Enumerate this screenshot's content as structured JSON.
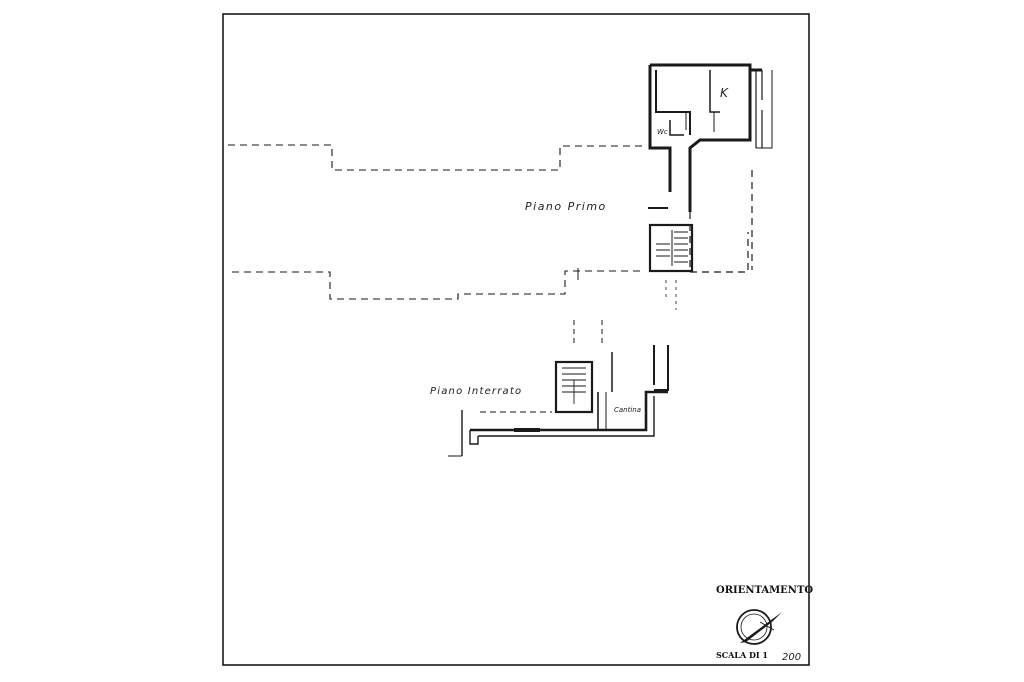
{
  "plan": {
    "first_floor_label": "Piano Primo",
    "basement_label": "Piano Interrato",
    "kitchen_label": "K",
    "wc_label": "Wc",
    "cellar_label": "Cantina"
  },
  "legend": {
    "orientation_label": "ORIENTAMENTO",
    "scale_label": "SCALA DI 1",
    "scale_value": "200"
  },
  "colors": {
    "ink": "#1a1a1a",
    "paper": "#ffffff"
  }
}
